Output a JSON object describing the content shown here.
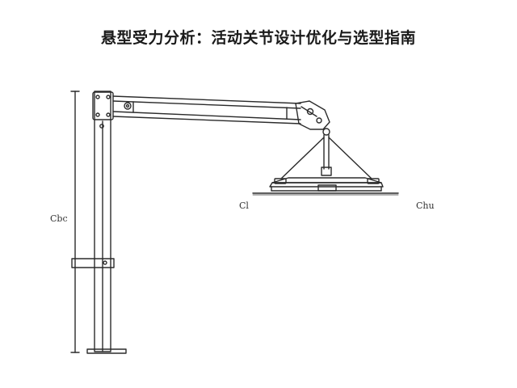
{
  "title": "悬型受力分析：活动关节设计优化与选型指南",
  "labels": {
    "left_dimension": "Cbc",
    "center_left": "Cl",
    "center_right": "Chu"
  },
  "colors": {
    "stroke": "#2b2b2b",
    "text": "#1a1a1a"
  }
}
